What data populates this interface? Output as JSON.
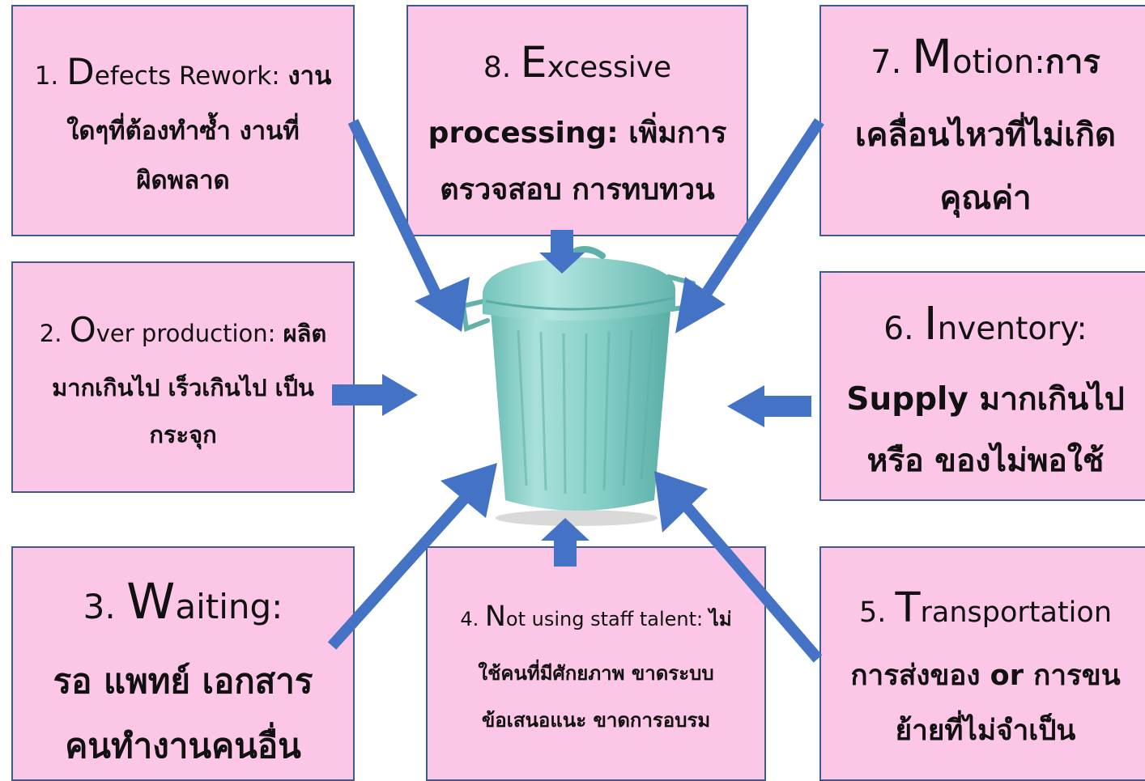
{
  "boxes": {
    "defects": {
      "num": "1. ",
      "cap": "D",
      "rest": "efects Rework: ",
      "thai": "งาน",
      "line2": "ใดๆที่ต้องทำซ้ำ งานที่",
      "line3": "ผิดพลาด"
    },
    "overproduction": {
      "num": "2. ",
      "cap": "O",
      "rest": "ver production: ",
      "thai": "ผลิต",
      "line2": "มากเกินไป เร็วเกินไป เป็น",
      "line3": "กระจุก"
    },
    "waiting": {
      "num": "3. ",
      "cap": "W",
      "rest": "aiting:",
      "line2": "รอ แพทย์ เอกสาร",
      "line3": "คนทำงานคนอื่น"
    },
    "talent": {
      "num": "4. ",
      "cap": "N",
      "rest": "ot using staff talent: ",
      "thai": "ไม่",
      "line2": "ใช้คนที่มีศักยภาพ ขาดระบบ",
      "line3": "ข้อเสนอแนะ ขาดการอบรม"
    },
    "transportation": {
      "num": "5. ",
      "cap": "T",
      "rest": "ransportation",
      "line2": "การส่งของ or การขน",
      "line3": "ย้ายที่ไม่จำเป็น"
    },
    "inventory": {
      "num": "6. ",
      "cap": "I",
      "rest": "nventory:",
      "line2": "Supply มากเกินไป",
      "line3": "หรือ ของไม่พอใช้"
    },
    "motion": {
      "num": "7. ",
      "cap": "M",
      "rest": "otion:",
      "thai": "การ",
      "line2": "เคลื่อนไหวที่ไม่เกิด",
      "line3": "คุณค่า"
    },
    "excessive": {
      "num": "8. ",
      "cap": "E",
      "rest": "xcessive",
      "line2": "processing: เพิ่มการ",
      "line3": "ตรวจสอบ การทบทวน"
    }
  },
  "colors": {
    "box_fill": "#fcc6e6",
    "box_border": "#3f5a8c",
    "arrow": "#4472c4",
    "bin": "#7cc9c1"
  },
  "icons": {
    "center": "trash-can-icon"
  }
}
